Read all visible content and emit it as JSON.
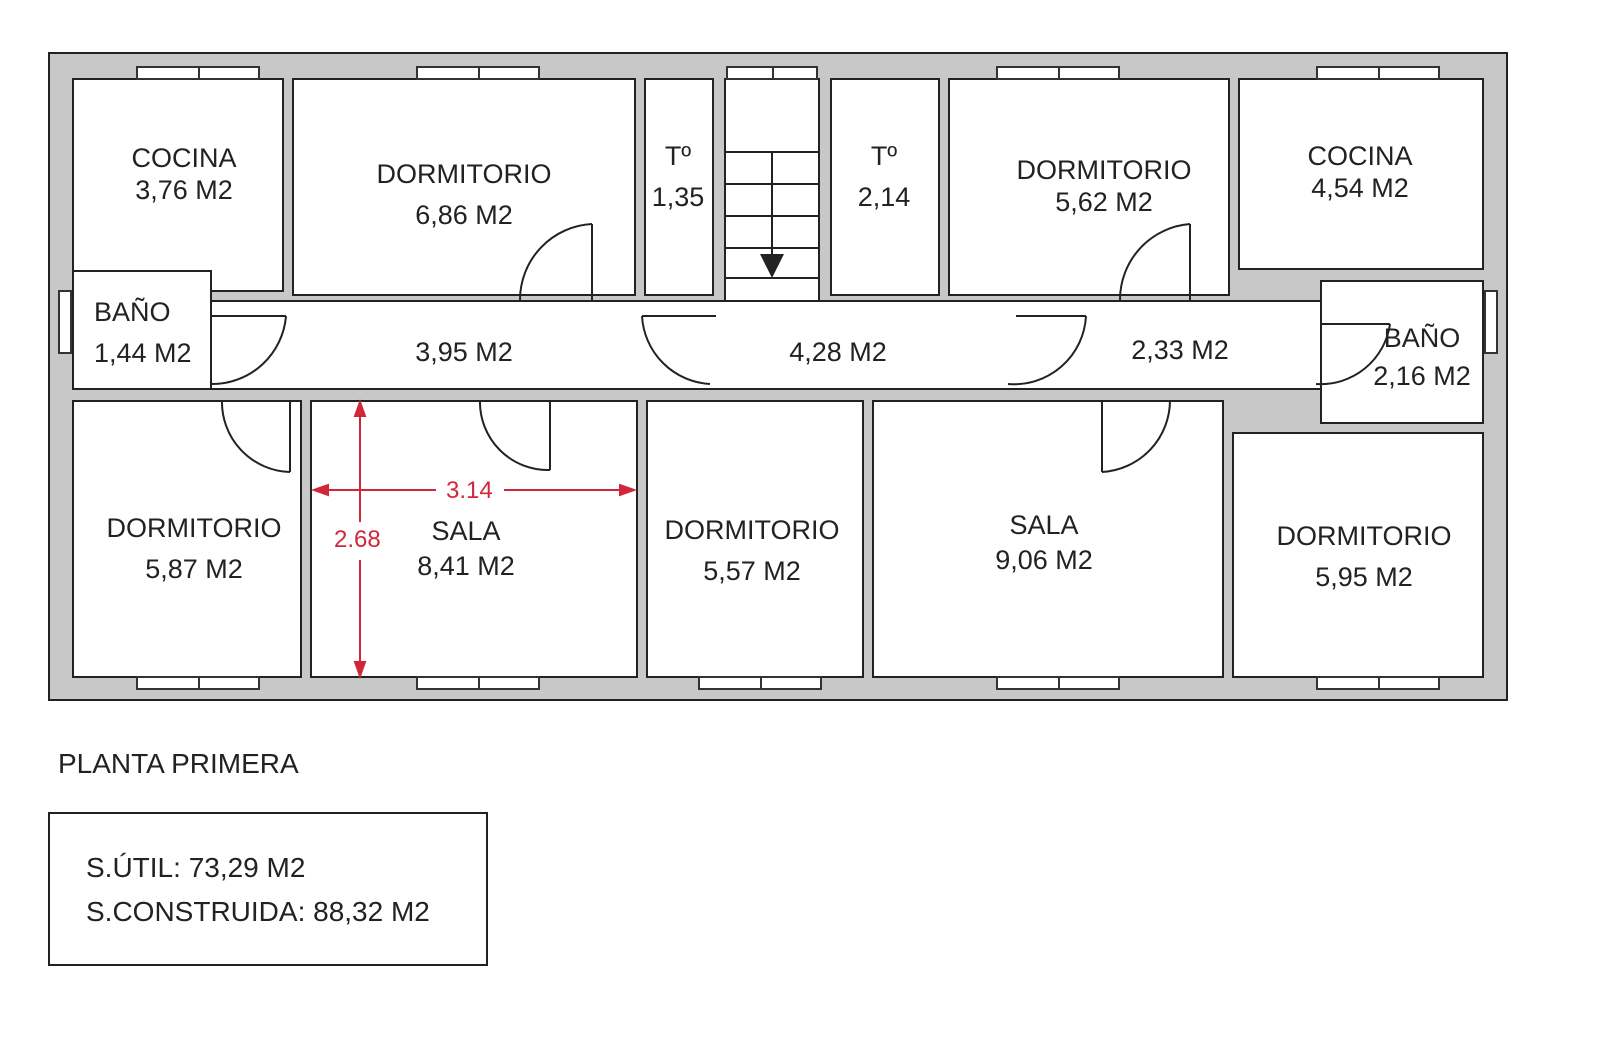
{
  "plan": {
    "title": "PLANTA PRIMERA",
    "rooms": [
      {
        "name": "COCINA",
        "area": "3,76 M2"
      },
      {
        "name": "DORMITORIO",
        "area": "6,86 M2"
      },
      {
        "name": "Tº",
        "area": "1,35"
      },
      {
        "name": "Tº",
        "area": "2,14"
      },
      {
        "name": "DORMITORIO",
        "area": "5,62 M2"
      },
      {
        "name": "COCINA",
        "area": "4,54 M2"
      },
      {
        "name": "BAÑO",
        "area": "1,44 M2"
      },
      {
        "name": "",
        "area": "3,95 M2"
      },
      {
        "name": "",
        "area": "4,28 M2"
      },
      {
        "name": "",
        "area": "2,33 M2"
      },
      {
        "name": "BAÑO",
        "area": "2,16 M2"
      },
      {
        "name": "DORMITORIO",
        "area": "5,87 M2"
      },
      {
        "name": "SALA",
        "area": "8,41 M2"
      },
      {
        "name": "DORMITORIO",
        "area": "5,57 M2"
      },
      {
        "name": "SALA",
        "area": "9,06 M2"
      },
      {
        "name": "DORMITORIO",
        "area": "5,95 M2"
      }
    ],
    "dimensions": {
      "width": "3.14",
      "height": "2.68",
      "color": "#d0283a"
    },
    "stair_icon": "stair-down-arrow-icon"
  },
  "summary": {
    "util": "S.ÚTIL: 73,29 M2",
    "construida": "S.CONSTRUIDA: 88,32  M2"
  }
}
